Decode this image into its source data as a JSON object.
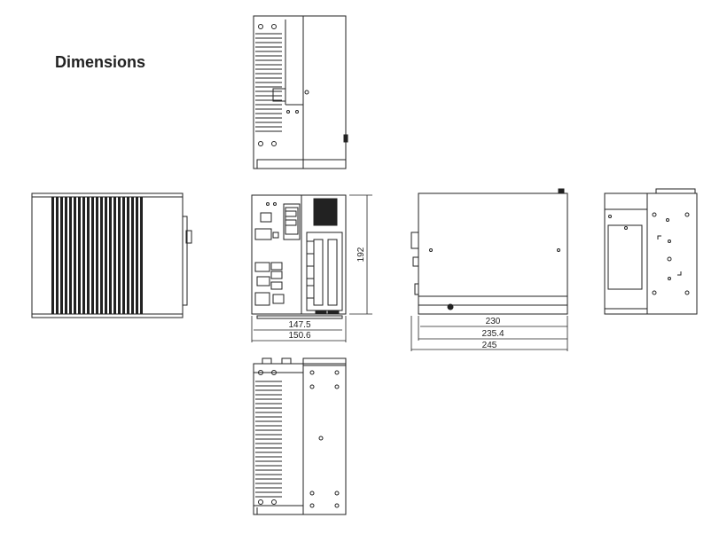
{
  "title": "Dimensions",
  "dimensions": {
    "front_inner_width": "147.5",
    "front_outer_width": "150.6",
    "front_height": "192",
    "side_width_1": "230",
    "side_width_2": "235.4",
    "side_width_3": "245"
  },
  "colors": {
    "line": "#222222",
    "fill": "#ffffff",
    "dark": "#222222"
  }
}
